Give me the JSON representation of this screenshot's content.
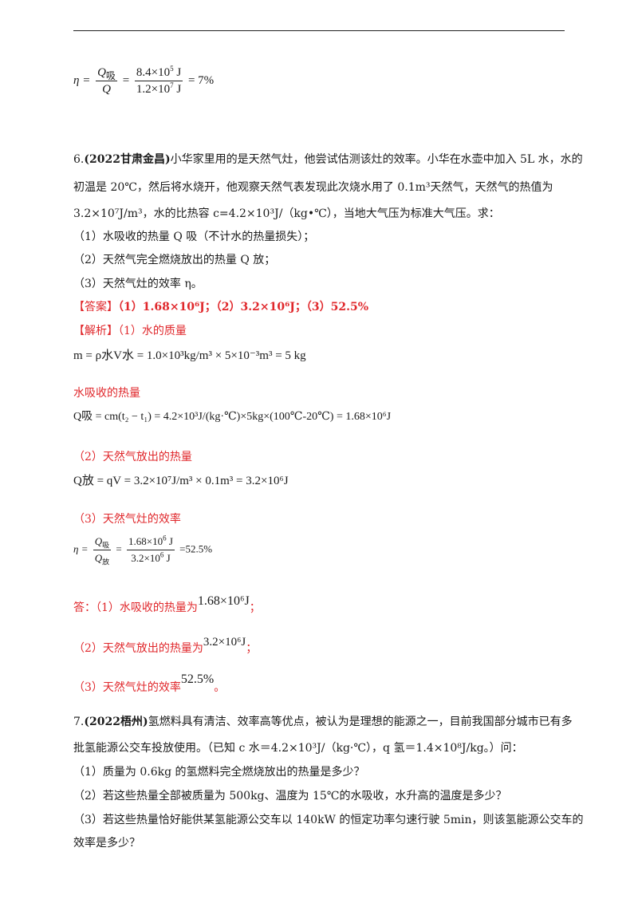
{
  "top_formula": {
    "lhs": "η =",
    "num_q": "Q",
    "num_q_sub": "吸",
    "den_q": "Q",
    "eq": "=",
    "num_val": "8.4×10",
    "num_exp": "5",
    "num_unit": " J",
    "den_val": "1.2×10",
    "den_exp": "7",
    "den_unit": " J",
    "result": "= 7%"
  },
  "q6": {
    "number": "6.",
    "source": "(2022甘肃金昌)",
    "line1": "小华家里用的是天然气灶，他尝试估测该灶的效率。小华在水壶中加入 5L 水，水的",
    "line2": "初温是 20℃，然后将水烧开，他观察天然气表发现此次烧水用了 0.1m³天然气，天然气的热值为",
    "line3": "3.2×10⁷J/m³，水的比热容 c=4.2×10³J/（kg•℃），当地大气压为标准大气压。求：",
    "sub1": "（1）水吸收的热量 Q 吸（不计水的热量损失）；",
    "sub2": "（2）天然气完全燃烧放出的热量 Q 放；",
    "sub3": "（3）天然气灶的效率 η。",
    "answer_tag": "【答案】",
    "answer_text": "（1）1.68×10⁶J；（2）3.2×10⁶J；（3）52.5%",
    "analysis_tag": "【解析】",
    "analysis_text": "（1）水的质量",
    "mass_formula": "m = ρ水V水 = 1.0×10³kg/m³ × 5×10⁻³m³ = 5 kg",
    "heat_label": "水吸收的热量",
    "heat_formula": "Q吸 = cm(t₂ − t₁) = 4.2×10³J/(kg·℃)×5kg×(100℃-20℃) = 1.68×10⁶J",
    "step2_label": "（2）天然气放出的热量",
    "step2_formula": "Q放 = qV = 3.2×10⁷J/m³ × 0.1m³ = 3.2×10⁶J",
    "step3_label": "（3）天然气灶的效率",
    "eff_lhs": "η =",
    "eff_num_q": "Q",
    "eff_num_sub": "吸",
    "eff_den_q": "Q",
    "eff_den_sub": "放",
    "eff_num_val": "1.68×10",
    "eff_num_exp": "6",
    "eff_num_unit": " J",
    "eff_den_val": "3.2×10",
    "eff_den_exp": "6",
    "eff_den_unit": " J",
    "eff_result": "=52.5%",
    "ans1_text": "答：（1）水吸收的热量为",
    "ans1_val": "1.68×10⁶J",
    "ans1_end": "；",
    "ans2_text": "（2）天然气放出的热量为",
    "ans2_val": "3.2×10⁶J",
    "ans2_end": "；",
    "ans3_text": "（3）天然气灶的效率",
    "ans3_val": "52.5%",
    "ans3_end": "。"
  },
  "q7": {
    "number": "7.",
    "source": "(2022梧州)",
    "line1": "氢燃料具有清洁、效率高等优点，被认为是理想的能源之一，目前我国部分城市已有多",
    "line2": "批氢能源公交车投放使用。（已知 c 水＝4.2×10³J/（kg·℃），q 氢＝1.4×10⁸J/kg。）问：",
    "sub1": "（1）质量为 0.6kg 的氢燃料完全燃烧放出的热量是多少？",
    "sub2": "（2）若这些热量全部被质量为 500kg、温度为 15℃的水吸收，水升高的温度是多少？",
    "sub3a": "（3）若这些热量恰好能供某氢能源公交车以 140kW 的恒定功率匀速行驶 5min，则该氢能源公交车的",
    "sub3b": "效率是多少？"
  }
}
